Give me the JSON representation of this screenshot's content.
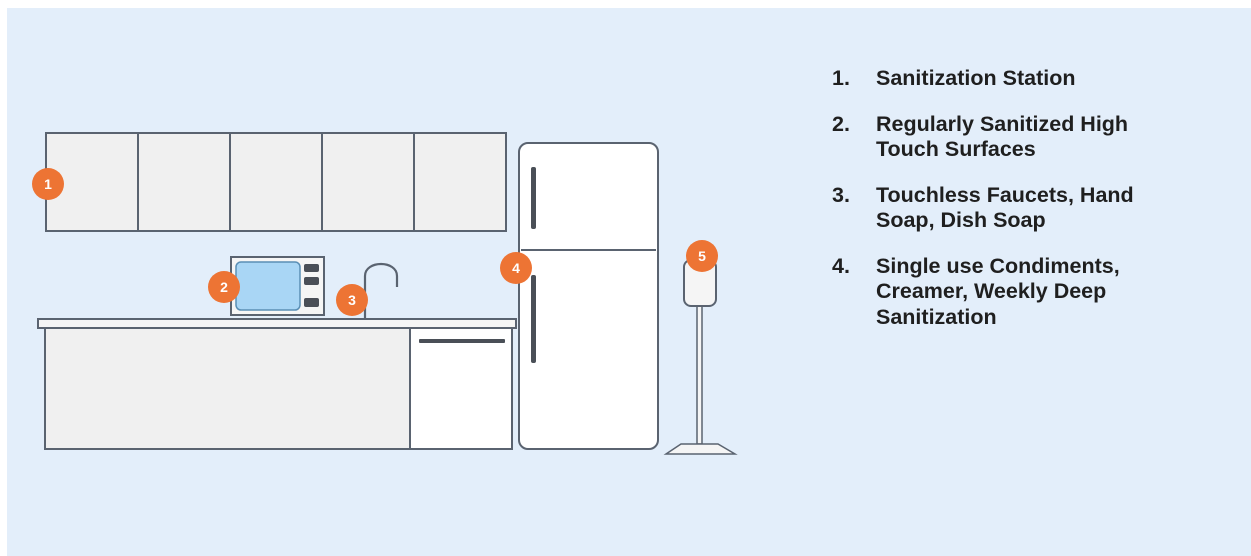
{
  "markers": [
    {
      "id": "1",
      "label": "1"
    },
    {
      "id": "2",
      "label": "2"
    },
    {
      "id": "3",
      "label": "3"
    },
    {
      "id": "4",
      "label": "4"
    },
    {
      "id": "5",
      "label": "5"
    }
  ],
  "legend": [
    {
      "number": "1.",
      "text": "Sanitization Station"
    },
    {
      "number": "2.",
      "text": "Regularly Sanitized High Touch Surfaces"
    },
    {
      "number": "3.",
      "text": "Touchless Faucets, Hand Soap, Dish Soap"
    },
    {
      "number": "4.",
      "text": "Single use Condiments, Creamer, Weekly Deep Sanitization"
    }
  ],
  "colors": {
    "background": "#e3eefa",
    "badge": "#ed7434",
    "outline": "#5a6370",
    "cabinet_fill": "#f0f0f0",
    "microwave_window": "#a9d6f5",
    "text": "#1f1f1f"
  }
}
